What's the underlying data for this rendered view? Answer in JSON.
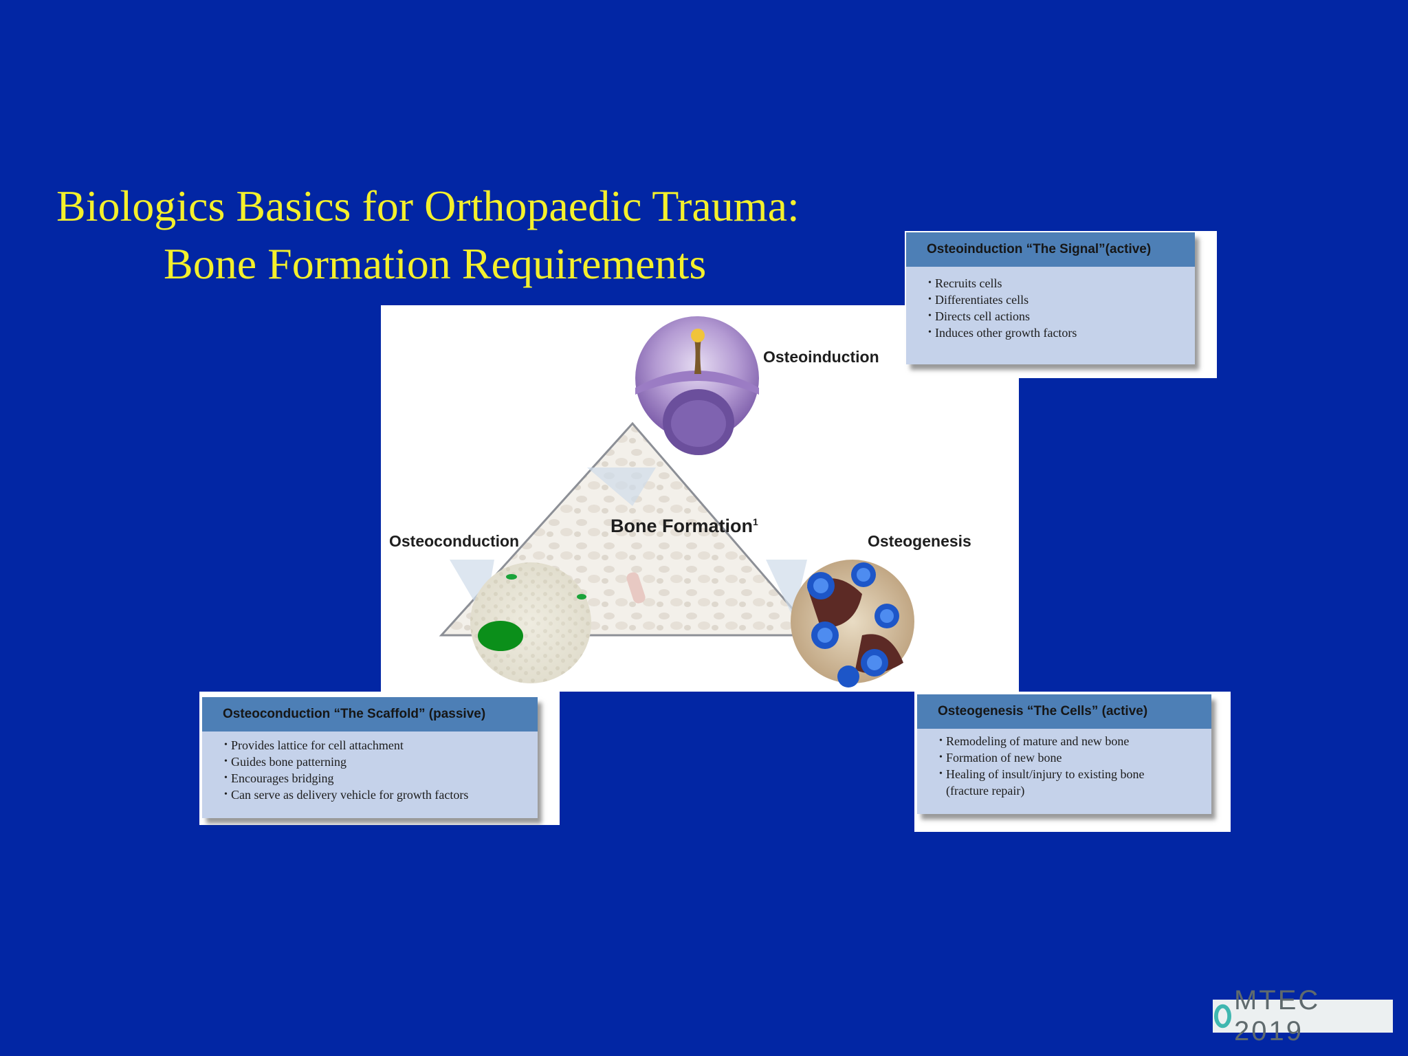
{
  "slide": {
    "title_line1": "Biologics Basics for Orthopaedic Trauma:",
    "title_line2": "Bone Formation Requirements"
  },
  "diagram": {
    "center_label": "Bone Formation",
    "center_superscript": "1",
    "top_label": "Osteoinduction",
    "left_label": "Osteoconduction",
    "right_label": "Osteogenesis"
  },
  "cards": {
    "osteoinduction": {
      "title": "Osteoinduction “The Signal”(active)",
      "items": [
        "Recruits cells",
        "Differentiates cells",
        "Directs cell actions",
        "Induces other growth factors"
      ]
    },
    "osteoconduction": {
      "title": "Osteoconduction “The Scaffold” (passive)",
      "items": [
        "Provides lattice for cell attachment",
        "Guides bone patterning",
        "Encourages bridging",
        "Can serve as delivery vehicle for growth factors"
      ]
    },
    "osteogenesis": {
      "title": "Osteogenesis “The Cells” (active)",
      "items": [
        "Remodeling of mature and new bone",
        "Formation of new bone",
        "Healing of insult/injury to existing bone",
        "(fracture repair)"
      ]
    }
  },
  "logo": {
    "text": "MTEC 2019"
  },
  "colors": {
    "background": "#0226a4",
    "title": "#f4f02c",
    "card_header": "#4d7fb6",
    "card_body": "#c5d2ea"
  }
}
